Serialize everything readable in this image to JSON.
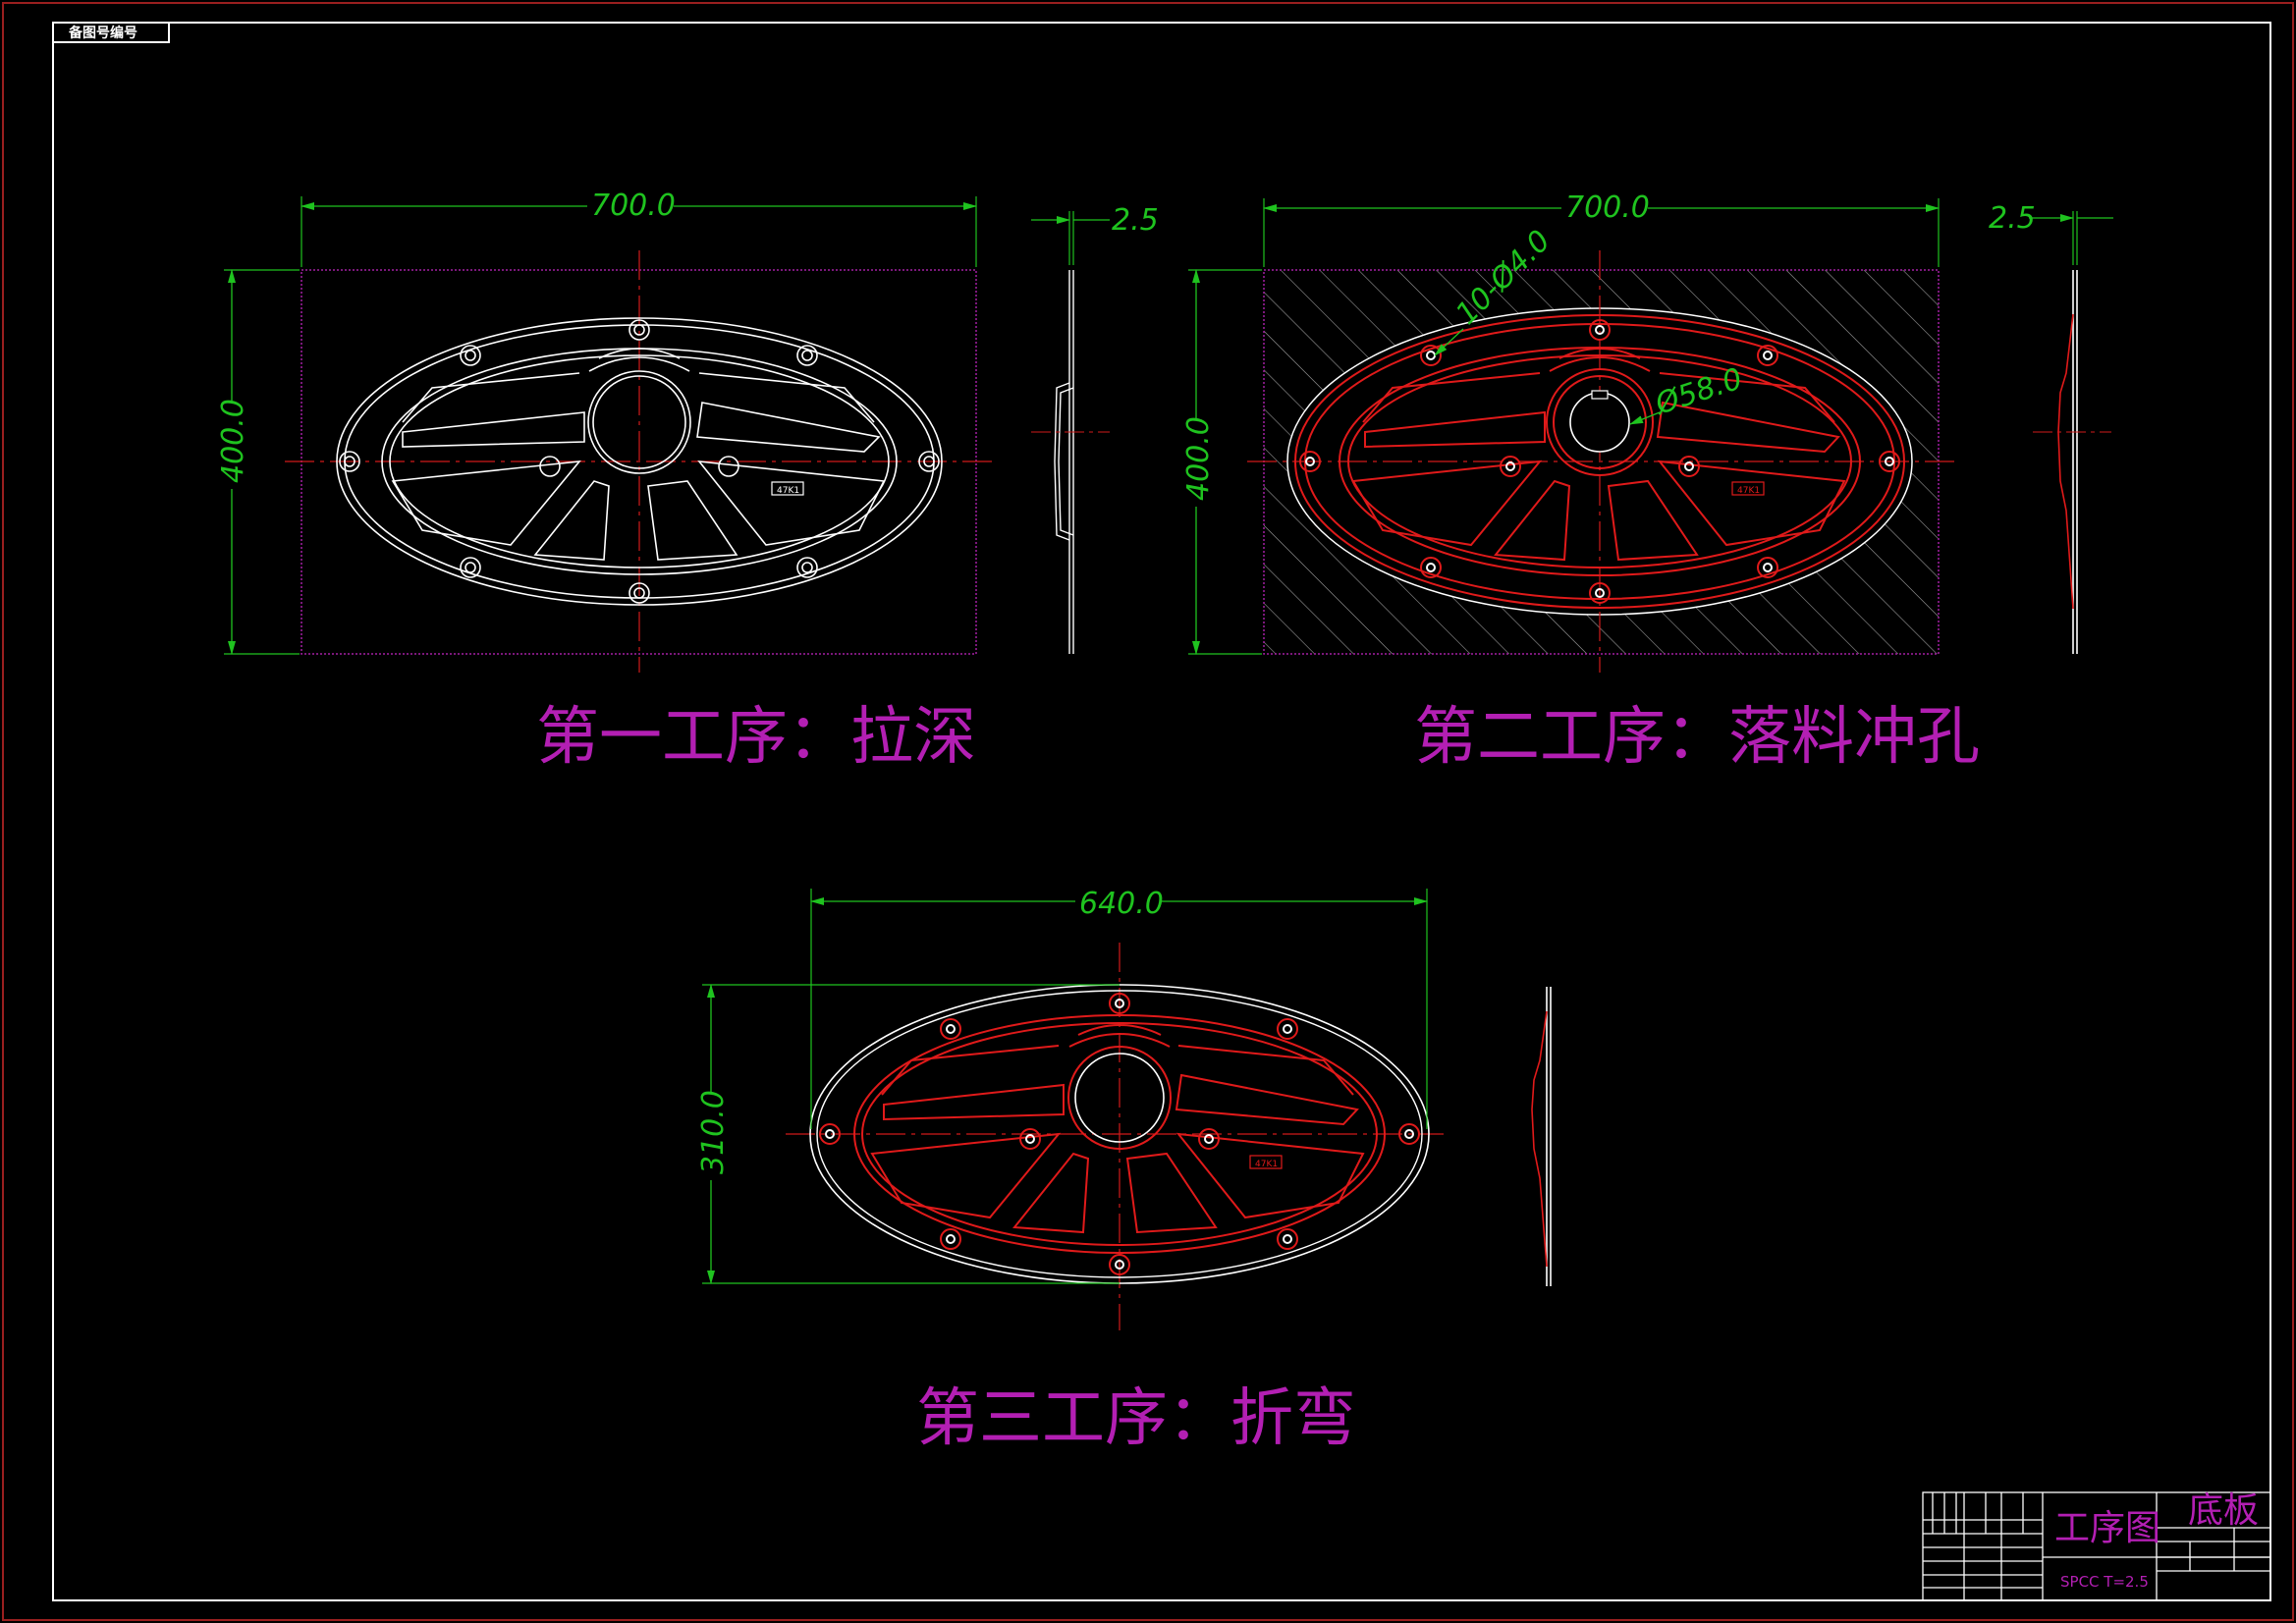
{
  "corner_label": "备图号编号",
  "views": [
    {
      "caption": "第一工序：拉深",
      "width_dim": "700.0",
      "height_dim": "400.0",
      "thickness_dim": "2.5",
      "part_tag": "47K1"
    },
    {
      "caption": "第二工序：落料冲孔",
      "width_dim": "700.0",
      "height_dim": "400.0",
      "thickness_dim": "2.5",
      "hole_dim": "10-Ø4.0",
      "center_hole_dim": "Ø58.0",
      "part_tag": "47K1"
    },
    {
      "caption": "第三工序：折弯",
      "width_dim": "640.0",
      "height_dim": "310.0",
      "part_tag": "47K1"
    }
  ],
  "title_block": {
    "drawing_name": "工序图",
    "part_name": "底板",
    "material": "SPCC   T=2.5"
  },
  "colors": {
    "background": "#000000",
    "outline": "#ffffff",
    "part_red": "#e01a1a",
    "dimension": "#1fc31f",
    "centerline": "#d01a1a",
    "caption": "#b31fb3",
    "blank": "#a31fa3"
  }
}
